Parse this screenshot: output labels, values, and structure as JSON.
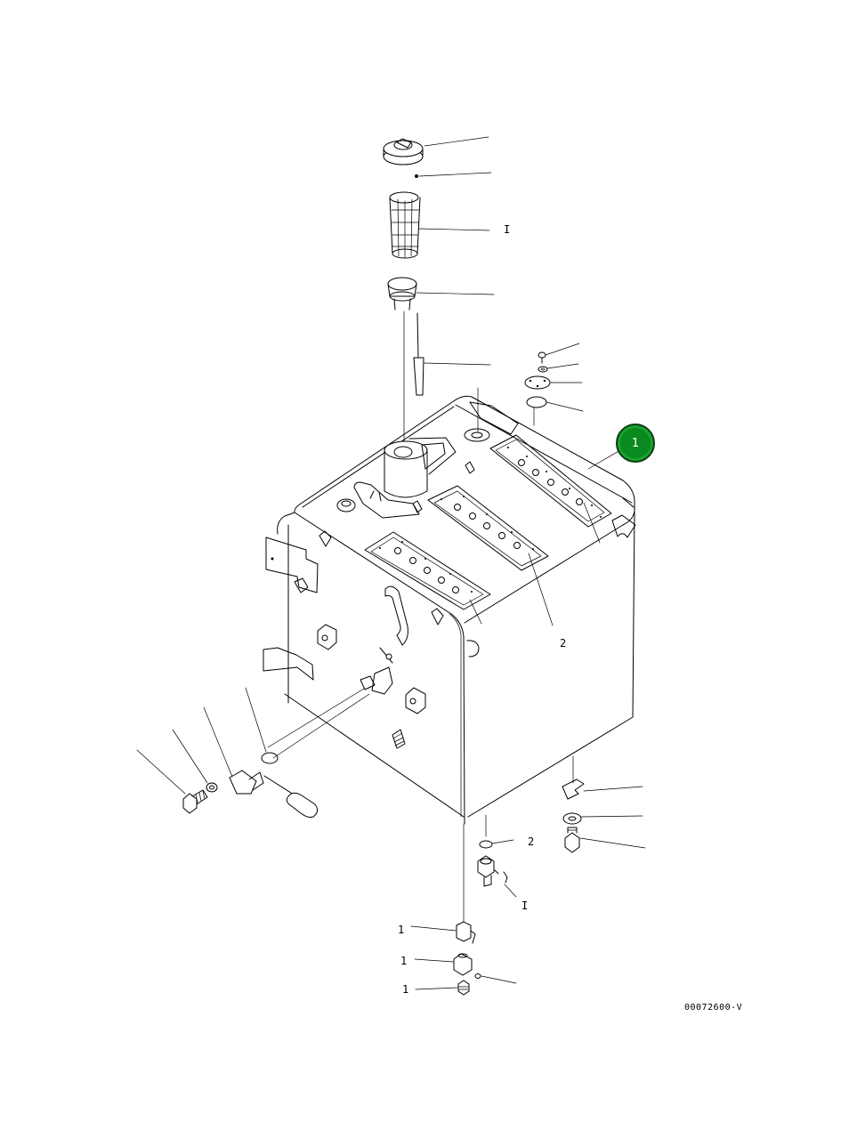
{
  "drawing": {
    "number": "00072600-V"
  },
  "callouts": [
    {
      "id": "callout-1",
      "label": "1",
      "color": "#0a8a1e"
    }
  ],
  "part_labels": [
    "I",
    "2",
    "2",
    "I",
    "1",
    "1",
    "1"
  ]
}
